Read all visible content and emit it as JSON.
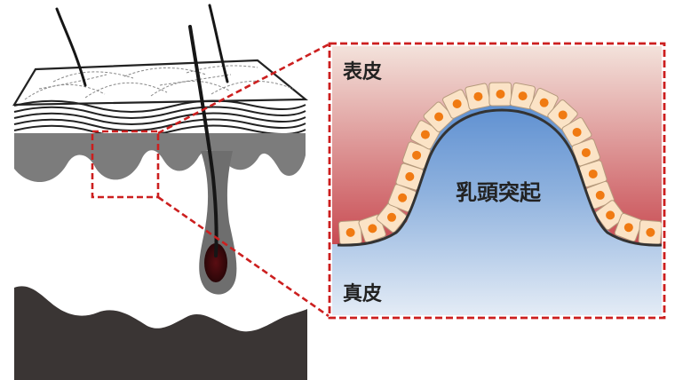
{
  "labels": {
    "epidermis": "表皮",
    "papilla": "乳頭突起",
    "dermis": "真皮"
  },
  "colors": {
    "callout_border": "#cc1f1f",
    "epidermis_top": "#f3e2db",
    "epidermis_bottom": "#c84b52",
    "dermis_top": "#3f7ac9",
    "dermis_bottom": "#dfe9f5",
    "cell_fill": "#fbe3c6",
    "nucleus": "#f07a12",
    "skin_gray": "#7c7c7c",
    "dark_tissue": "#3a3534",
    "hair": "#161616"
  },
  "icons": {
    "hair": "hair-strand-icon",
    "follicle": "hair-follicle-icon"
  }
}
